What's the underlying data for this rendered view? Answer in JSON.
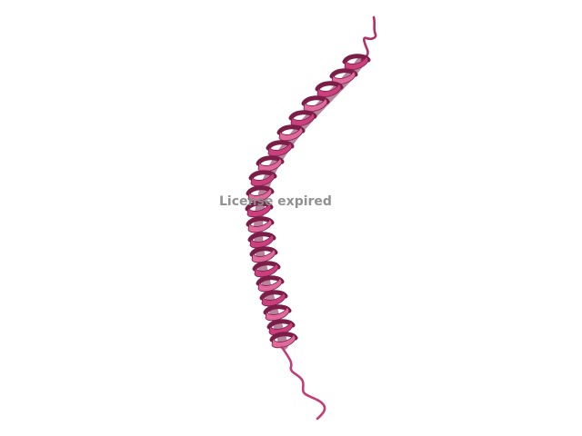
{
  "viewer": {
    "watermark_text": "License expired",
    "background_color": "#ffffff",
    "watermark_color": "#8c8c8c"
  },
  "structure": {
    "representation": "cartoon",
    "secondary_structure": [
      "coil",
      "alpha-helix",
      "coil"
    ],
    "color": "#cc3f7d",
    "shadow_color": "#7a1e48",
    "highlight_color": "#e06a9c"
  }
}
